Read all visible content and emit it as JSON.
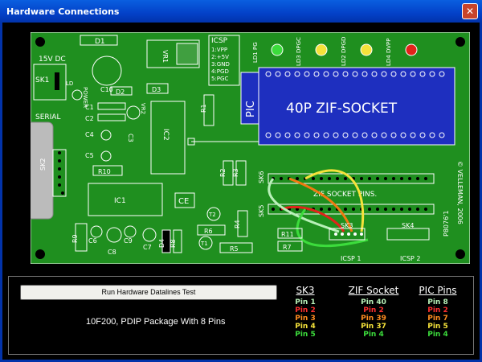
{
  "window": {
    "title": "Hardware Connections",
    "close_label": "✕"
  },
  "board": {
    "labels": {
      "d1": "D1",
      "power_in": "15V DC",
      "sk1": "SK1",
      "power": "POWER",
      "led_mark": "LD",
      "c10": "C10",
      "vr1": "VR1",
      "icsp": "ICSP",
      "icsp_pins": [
        "1:VPP",
        "2:+5V",
        "3:GND",
        "4:PGD",
        "5:PGC"
      ],
      "led_labels": [
        "LD1 PG",
        "LD3 DPGC",
        "LD2 DPGD",
        "LD4 DVPP"
      ],
      "d2": "D2",
      "d3": "D3",
      "c1": "C1",
      "c2": "C2",
      "vr2": "VR2",
      "r1": "R1",
      "pic": "PIC",
      "zif": "40P ZIF-SOCKET",
      "serial": "SERIAL",
      "c4": "C4",
      "c3": "C3",
      "c5": "C5",
      "ic2": "IC2",
      "r10": "R10",
      "sk2": "SK2",
      "ic1": "IC1",
      "ce": "CE",
      "r2": "R2",
      "r3": "R3",
      "sk6": "SK6",
      "sk5": "SK5",
      "zif_pins": "ZIF SOCKET PINS.",
      "brand": "© VELLEMAN, 2006",
      "model": "P8076'1",
      "t2": "T2",
      "r4": "R4",
      "r9": "R9",
      "c6": "C6",
      "c9": "C9",
      "c7": "C7",
      "d4": "D4",
      "r8": "R8",
      "t1": "T1",
      "r6": "R6",
      "r5": "R5",
      "c8": "C8",
      "r11": "R11",
      "r7": "R7",
      "sk3": "SK3",
      "sk4": "SK4",
      "icsp1": "ICSP 1",
      "icsp2": "ICSP 2"
    },
    "colors": {
      "pcb": "#1f8f1f",
      "silk": "#ffffff",
      "zif": "#1e2fbf",
      "trace_red": "#e2231a",
      "trace_orange": "#f07a10",
      "trace_yellow": "#f5e23a",
      "trace_green": "#3cdc3c"
    }
  },
  "panel": {
    "run_button": "Run Hardware Datalines Test",
    "package": "10F200, PDIP Package With 8 Pins",
    "columns": [
      {
        "header": "SK3",
        "rows": [
          {
            "text": "Pin 1",
            "color": "#b8f0b8"
          },
          {
            "text": "Pin 2",
            "color": "#ff3030"
          },
          {
            "text": "Pin 3",
            "color": "#ff8c20"
          },
          {
            "text": "Pin 4",
            "color": "#f5e23a"
          },
          {
            "text": "Pin 5",
            "color": "#3cdc3c"
          }
        ]
      },
      {
        "header": "ZIF Socket",
        "rows": [
          {
            "text": "Pin 40",
            "color": "#b8f0b8"
          },
          {
            "text": "Pin 2",
            "color": "#ff3030"
          },
          {
            "text": "Pin 39",
            "color": "#ff8c20"
          },
          {
            "text": "Pin 37",
            "color": "#f5e23a"
          },
          {
            "text": "Pin 4",
            "color": "#3cdc3c"
          }
        ]
      },
      {
        "header": "PIC Pins",
        "rows": [
          {
            "text": "Pin 8",
            "color": "#b8f0b8"
          },
          {
            "text": "Pin 2",
            "color": "#ff3030"
          },
          {
            "text": "Pin 7",
            "color": "#ff8c20"
          },
          {
            "text": "Pin 5",
            "color": "#f5e23a"
          },
          {
            "text": "Pin 4",
            "color": "#3cdc3c"
          }
        ]
      }
    ]
  }
}
